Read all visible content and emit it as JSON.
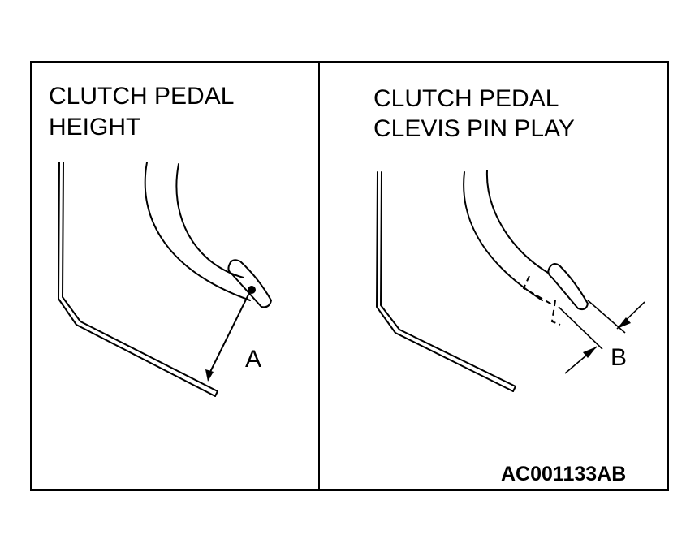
{
  "left_panel": {
    "title_line1": "CLUTCH PEDAL",
    "title_line2": "HEIGHT",
    "label": "A"
  },
  "right_panel": {
    "title_line1": "CLUTCH PEDAL",
    "title_line2": "CLEVIS PIN  PLAY",
    "label": "B"
  },
  "figure_code": "AC001133AB"
}
